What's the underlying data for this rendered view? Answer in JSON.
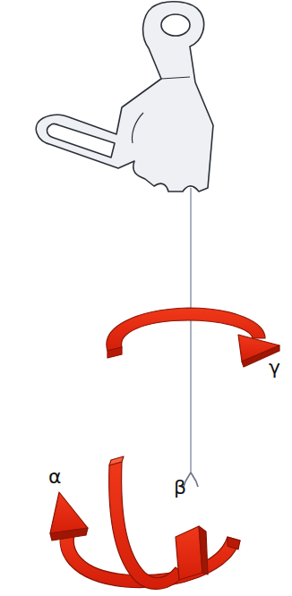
{
  "diagram": {
    "labels": [
      "γ",
      "α",
      "β"
    ]
  }
}
